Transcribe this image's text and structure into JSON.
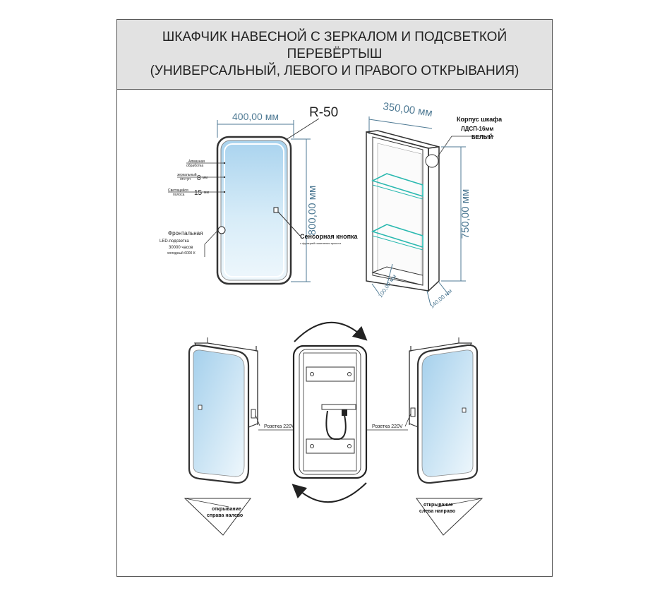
{
  "title": {
    "line1": "ШКАФЧИК НАВЕСНОЙ С ЗЕРКАЛОМ И ПОДСВЕТКОЙ",
    "line2": "ПЕРЕВЁРТЫШ",
    "line3": "(УНИВЕРСАЛЬНЫЙ, ЛЕВОГО И ПРАВОГО ОТКРЫВАНИЯ)"
  },
  "front": {
    "width": "400,00 мм",
    "height": "800,00 мм",
    "radius": "R-50",
    "edge_line1": "Алмазная",
    "edge_line2": "обработка",
    "offset_line1": "зеркальный",
    "offset_line2": "отступ",
    "offset_value": "8",
    "offset_unit": "мм",
    "strip_line1": "Светящийся",
    "strip_line2": "полоса",
    "strip_value": "15",
    "strip_unit": "мм",
    "led_line1": "Фронтальная",
    "led_line2": "LED-подсветка",
    "led_line3": "30000 часов",
    "led_line4": "холодный 6000 К",
    "sensor_label": "Сенсорная кнопка",
    "sensor_sub": "с функцией изменения яркости"
  },
  "cabinet": {
    "width": "350,00 мм",
    "height": "750,00 мм",
    "body_line1": "Корпус шкафа",
    "body_line2": "ЛДСП-16мм",
    "body_line3": "БЕЛЫЙ",
    "shelf_depth": "100,00 мм",
    "body_depth": "140,00 мм"
  },
  "socket_left": "Розетка 220V",
  "socket_right": "Розетка 220V",
  "open_left_line1": "открывание",
  "open_left_line2": "справа налево",
  "open_right_line1": "открывание",
  "open_right_line2": "слева направо",
  "colors": {
    "dimension": "#4f7a94",
    "glass": "#2bb9b0",
    "mirror_top": "#aed6ee",
    "line": "#333333"
  }
}
